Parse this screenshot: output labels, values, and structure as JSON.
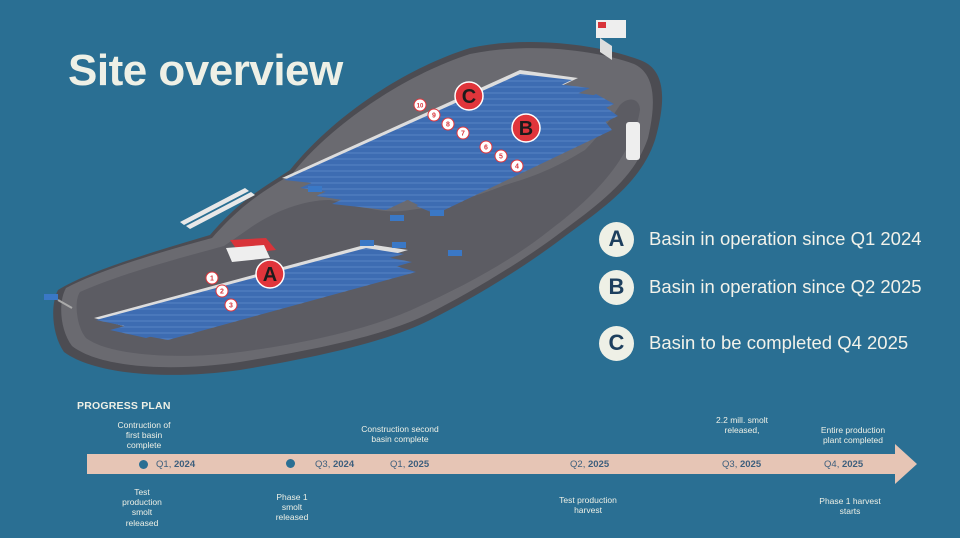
{
  "title": "Site overview",
  "map_labels": {
    "basin_a": "A",
    "basin_b": "B",
    "basin_c": "C",
    "n1": "1",
    "n2": "2",
    "n3": "3",
    "n4": "4",
    "n5": "5",
    "n6": "6",
    "n7": "7",
    "n8": "8",
    "n9": "9",
    "n10": "10"
  },
  "legend": [
    {
      "letter": "A",
      "text": "Basin in operation since Q1 2024"
    },
    {
      "letter": "B",
      "text": "Basin in operation since Q2 2025"
    },
    {
      "letter": "C",
      "text": "Basin to be completed Q4 2025"
    }
  ],
  "progress_plan": {
    "title": "PROGRESS PLAN",
    "milestones": [
      {
        "q": "Q1",
        "year": "2024",
        "above": "Contruction of\nfirst basin\ncomplete",
        "below": "Test\nproduction\nsmolt\nreleased"
      },
      {
        "q": "Q3",
        "year": "2024",
        "above": "",
        "below": "Phase 1\nsmolt\nreleased"
      },
      {
        "q": "Q1",
        "year": "2025",
        "above": "Construction second\nbasin complete",
        "below": ""
      },
      {
        "q": "Q2",
        "year": "2025",
        "above": "",
        "below": "Test production\nharvest"
      },
      {
        "q": "Q3",
        "year": "2025",
        "above": "2.2 mill. smolt\nreleased,",
        "below": ""
      },
      {
        "q": "Q4",
        "year": "2025",
        "above": "Entire production\nplant completed",
        "below": "Phase 1 harvest\nstarts"
      }
    ]
  },
  "colors": {
    "background": "#2a6f93",
    "timeline": "#e6c5b5",
    "marker": "#e0353b",
    "badge": "#eef0e6",
    "basin": "#3e6eb4"
  }
}
